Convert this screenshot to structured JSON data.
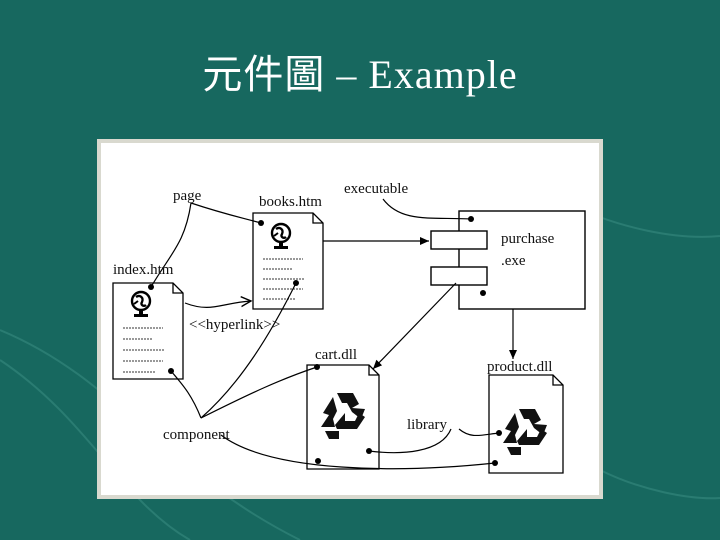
{
  "slide": {
    "title": "元件圖 – Example",
    "background_color": "#17685f",
    "title_color": "#ffffff"
  },
  "diagram": {
    "labels": {
      "page": "page",
      "books_htm": "books.htm",
      "executable": "executable",
      "index_htm": "index.htm",
      "purchase": "purchase",
      "exe": ".exe",
      "hyperlink": "<<hyperlink>>",
      "cart_dll": "cart.dll",
      "product_dll": "product.dll",
      "library": "library",
      "component": "component"
    },
    "icons": {
      "web_page": "globe-icon",
      "library": "recycle-icon"
    }
  }
}
